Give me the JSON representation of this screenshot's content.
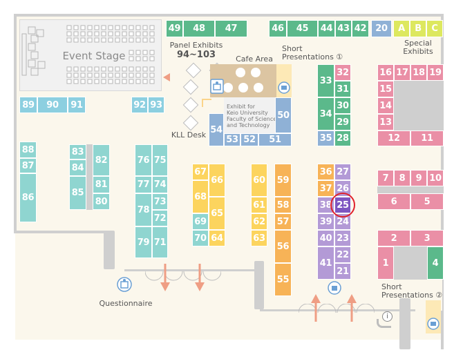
{
  "labels": {
    "event_stage": "Event Stage",
    "panel_exhibits": "Panel Exhibits",
    "panel_range": "94~103",
    "cafe_area": "Cafe Area",
    "short_presentations_1_line1": "Short",
    "short_presentations_1_line2": "Presentations ①",
    "special_exhibits_line1": "Special",
    "special_exhibits_line2": "Exhibits",
    "exhibit_keio_l1": "Exhibit for",
    "exhibit_keio_l2": "Keio University",
    "exhibit_keio_l3": "Faculty of Science",
    "exhibit_keio_l4": "and Technology",
    "kll_desk": "KLL Desk",
    "questionnaire": "Questionnaire",
    "short_presentations_2_line1": "Short",
    "short_presentations_2_line2": "Presentations ②",
    "info_symbol": "i"
  },
  "colors": {
    "green": "#5bb98b",
    "lightblue": "#8ccfe0",
    "teal": "#8fd5d0",
    "yellow": "#fcd45e",
    "orange": "#f7b357",
    "purple": "#b39ad6",
    "pink": "#ea8fa6",
    "steelblue": "#8fb1d6",
    "lime": "#dde85f",
    "cafe": "#dcc5a2",
    "selected": "#7d56c1",
    "highlight": "#e0202a",
    "arrow": "#ef9e84"
  },
  "selected_booth": "25",
  "booths": {
    "b49": "49",
    "b48": "48",
    "b47": "47",
    "b46": "46",
    "b45": "45",
    "b44": "44",
    "b43": "43",
    "b42": "42",
    "b20": "20",
    "bA": "A",
    "bB": "B",
    "bC": "C",
    "b89": "89",
    "b90": "90",
    "b91": "91",
    "b92": "92",
    "b93": "93",
    "b88": "88",
    "b87": "87",
    "b86": "86",
    "b83": "83",
    "b84": "84",
    "b85": "85",
    "b82": "82",
    "b81": "81",
    "b80": "80",
    "b76": "76",
    "b75": "75",
    "b77": "77",
    "b74": "74",
    "b78": "78",
    "b73": "73",
    "b72": "72",
    "b79": "79",
    "b71": "71",
    "b67": "67",
    "b66": "66",
    "b68": "68",
    "b65": "65",
    "b69": "69",
    "b70": "70",
    "b64": "64",
    "b60": "60",
    "b59": "59",
    "b61": "61",
    "b58": "58",
    "b62": "62",
    "b57": "57",
    "b63": "63",
    "b56": "56",
    "b55": "55",
    "b54": "54",
    "b53": "53",
    "b52": "52",
    "b51": "51",
    "b50": "50",
    "b33": "33",
    "b32": "32",
    "b31": "31",
    "b34": "34",
    "b30": "30",
    "b29": "29",
    "b35": "35",
    "b28": "28",
    "b36": "36",
    "b27": "27",
    "b37": "37",
    "b26": "26",
    "b38": "38",
    "b25": "25",
    "b39": "39",
    "b24": "24",
    "b40": "40",
    "b23": "23",
    "b41": "41",
    "b22": "22",
    "b21": "21",
    "b16": "16",
    "b17": "17",
    "b18": "18",
    "b19": "19",
    "b15": "15",
    "b14": "14",
    "b13": "13",
    "b12": "12",
    "b11": "11",
    "b7": "7",
    "b8": "8",
    "b9": "9",
    "b10": "10",
    "b6": "6",
    "b5": "5",
    "b2": "2",
    "b3": "3",
    "b1": "1",
    "b4": "4"
  }
}
